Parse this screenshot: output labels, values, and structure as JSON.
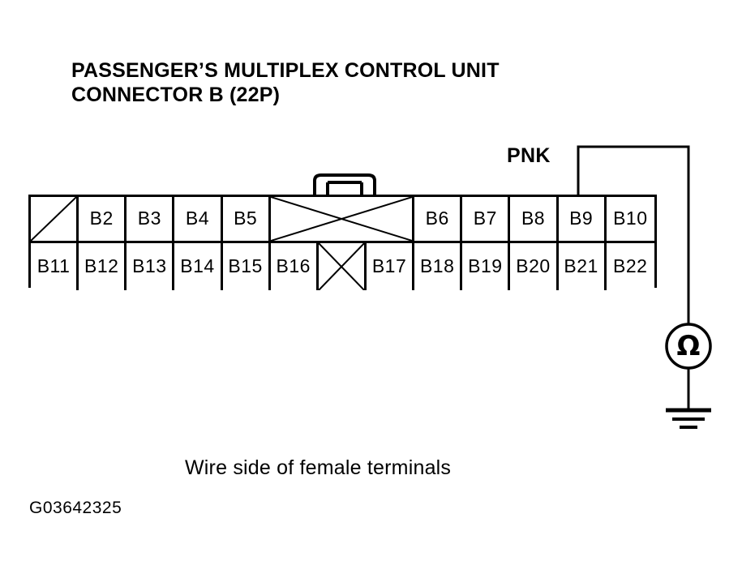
{
  "title": {
    "line1": "PASSENGER’S MULTIPLEX CONTROL UNIT",
    "line2": "CONNECTOR B (22P)"
  },
  "connector": {
    "name": "Passenger's Multiplex Control Unit Connector B",
    "pin_count_label": "22P",
    "top_row": [
      {
        "label": "",
        "type": "blank-diagonal",
        "span": 1
      },
      {
        "label": "B2",
        "type": "pin",
        "span": 1
      },
      {
        "label": "B3",
        "type": "pin",
        "span": 1
      },
      {
        "label": "B4",
        "type": "pin",
        "span": 1
      },
      {
        "label": "B5",
        "type": "pin",
        "span": 1
      },
      {
        "label": "",
        "type": "crossed-out",
        "span": 3
      },
      {
        "label": "B6",
        "type": "pin",
        "span": 1
      },
      {
        "label": "B7",
        "type": "pin",
        "span": 1
      },
      {
        "label": "B8",
        "type": "pin",
        "span": 1
      },
      {
        "label": "B9",
        "type": "pin",
        "span": 1
      },
      {
        "label": "B10",
        "type": "pin",
        "span": 1
      }
    ],
    "bottom_row": [
      {
        "label": "B11",
        "type": "pin",
        "span": 1
      },
      {
        "label": "B12",
        "type": "pin",
        "span": 1
      },
      {
        "label": "B13",
        "type": "pin",
        "span": 1
      },
      {
        "label": "B14",
        "type": "pin",
        "span": 1
      },
      {
        "label": "B15",
        "type": "pin",
        "span": 1
      },
      {
        "label": "B16",
        "type": "pin",
        "span": 1
      },
      {
        "label": "",
        "type": "crossed-out",
        "span": 1
      },
      {
        "label": "B17",
        "type": "pin",
        "span": 1
      },
      {
        "label": "B18",
        "type": "pin",
        "span": 1
      },
      {
        "label": "B19",
        "type": "pin",
        "span": 1
      },
      {
        "label": "B20",
        "type": "pin",
        "span": 1
      },
      {
        "label": "B21",
        "type": "pin",
        "span": 1
      },
      {
        "label": "B22",
        "type": "pin",
        "span": 1
      }
    ]
  },
  "wire": {
    "label": "PNK",
    "from_pin": "B9",
    "to_instrument": "ohmmeter"
  },
  "instrument": {
    "symbol": "Ω",
    "name": "ohmmeter",
    "ground": "chassis-ground"
  },
  "caption": "Wire side of female terminals",
  "figure_code": "G03642325",
  "colors": {
    "ink": "#000000",
    "paper": "#ffffff"
  }
}
